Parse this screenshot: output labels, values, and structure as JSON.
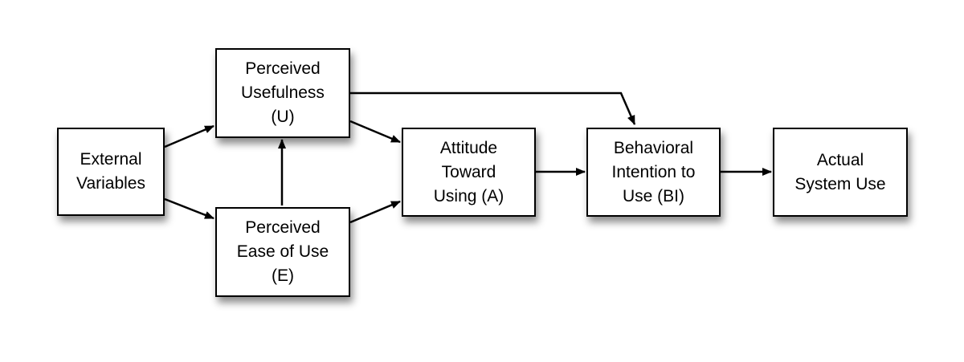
{
  "colors": {
    "stroke": "#000000",
    "box_fill": "#ffffff",
    "background": "#ffffff"
  },
  "nodes": {
    "external_variables": {
      "lines": [
        "External",
        "Variables"
      ]
    },
    "perceived_usefulness": {
      "lines": [
        "Perceived",
        "Usefulness",
        "(U)"
      ]
    },
    "perceived_ease_of_use": {
      "lines": [
        "Perceived",
        "Ease of Use",
        "(E)"
      ]
    },
    "attitude": {
      "lines": [
        "Attitude",
        "Toward",
        "Using (A)"
      ]
    },
    "behavioral_intention": {
      "lines": [
        "Behavioral",
        "Intention to",
        "Use (BI)"
      ]
    },
    "actual_use": {
      "lines": [
        "Actual",
        "System Use"
      ]
    }
  },
  "edges": [
    {
      "from": "external_variables",
      "to": "perceived_usefulness"
    },
    {
      "from": "external_variables",
      "to": "perceived_ease_of_use"
    },
    {
      "from": "perceived_ease_of_use",
      "to": "perceived_usefulness"
    },
    {
      "from": "perceived_usefulness",
      "to": "attitude"
    },
    {
      "from": "perceived_ease_of_use",
      "to": "attitude"
    },
    {
      "from": "perceived_usefulness",
      "to": "behavioral_intention"
    },
    {
      "from": "attitude",
      "to": "behavioral_intention"
    },
    {
      "from": "behavioral_intention",
      "to": "actual_use"
    }
  ]
}
